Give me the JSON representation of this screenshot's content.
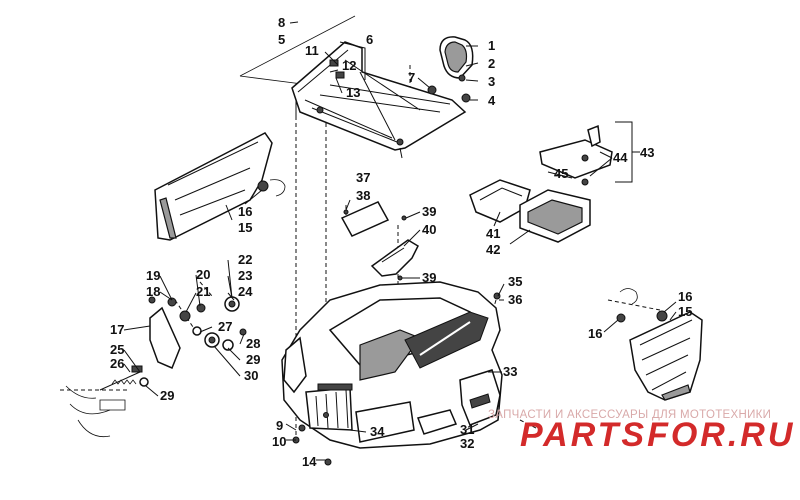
{
  "diagram": {
    "callouts": [
      {
        "id": "c1",
        "label": "1"
      },
      {
        "id": "c2",
        "label": "2"
      },
      {
        "id": "c3",
        "label": "3"
      },
      {
        "id": "c4",
        "label": "4"
      },
      {
        "id": "c5",
        "label": "5"
      },
      {
        "id": "c6",
        "label": "6"
      },
      {
        "id": "c7",
        "label": "7"
      },
      {
        "id": "c8",
        "label": "8"
      },
      {
        "id": "c9",
        "label": "9"
      },
      {
        "id": "c10",
        "label": "10"
      },
      {
        "id": "c11",
        "label": "11"
      },
      {
        "id": "c12",
        "label": "12"
      },
      {
        "id": "c13",
        "label": "13"
      },
      {
        "id": "c14",
        "label": "14"
      },
      {
        "id": "c15a",
        "label": "15"
      },
      {
        "id": "c15b",
        "label": "15"
      },
      {
        "id": "c16a",
        "label": "16"
      },
      {
        "id": "c16b",
        "label": "16"
      },
      {
        "id": "c16c",
        "label": "16"
      },
      {
        "id": "c17",
        "label": "17"
      },
      {
        "id": "c18",
        "label": "18"
      },
      {
        "id": "c19",
        "label": "19"
      },
      {
        "id": "c20",
        "label": "20"
      },
      {
        "id": "c21",
        "label": "21"
      },
      {
        "id": "c22",
        "label": "22"
      },
      {
        "id": "c23",
        "label": "23"
      },
      {
        "id": "c24",
        "label": "24"
      },
      {
        "id": "c25",
        "label": "25"
      },
      {
        "id": "c26",
        "label": "26"
      },
      {
        "id": "c27",
        "label": "27"
      },
      {
        "id": "c28",
        "label": "28"
      },
      {
        "id": "c29a",
        "label": "29"
      },
      {
        "id": "c29b",
        "label": "29"
      },
      {
        "id": "c30",
        "label": "30"
      },
      {
        "id": "c31",
        "label": "31"
      },
      {
        "id": "c32",
        "label": "32"
      },
      {
        "id": "c33",
        "label": "33"
      },
      {
        "id": "c34",
        "label": "34"
      },
      {
        "id": "c35",
        "label": "35"
      },
      {
        "id": "c36",
        "label": "36"
      },
      {
        "id": "c37",
        "label": "37"
      },
      {
        "id": "c38",
        "label": "38"
      },
      {
        "id": "c39a",
        "label": "39"
      },
      {
        "id": "c39b",
        "label": "39"
      },
      {
        "id": "c40",
        "label": "40"
      },
      {
        "id": "c41",
        "label": "41"
      },
      {
        "id": "c42",
        "label": "42"
      },
      {
        "id": "c43",
        "label": "43"
      },
      {
        "id": "c44",
        "label": "44"
      },
      {
        "id": "c45",
        "label": "45"
      }
    ]
  },
  "watermark": {
    "tagline": "ЗАПЧАСТИ И АКСЕССУАРЫ ДЛЯ МОТОТЕХНИКИ",
    "logo": "PARTSFOR.RU"
  }
}
